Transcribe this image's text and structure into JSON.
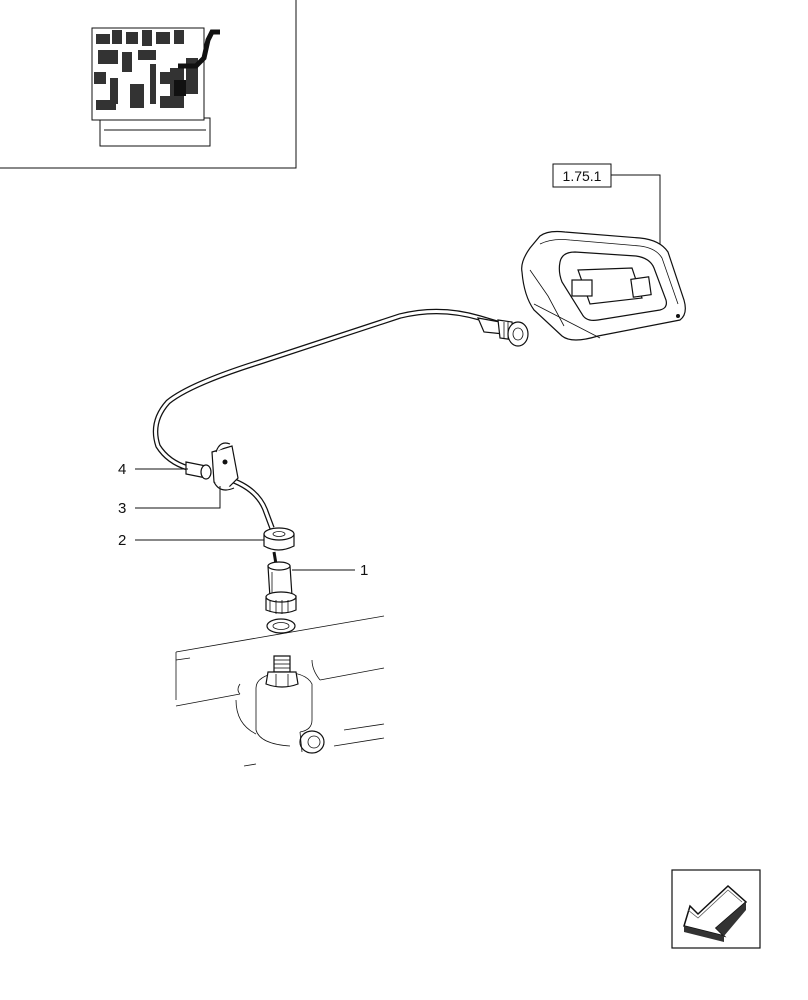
{
  "reference_label": "1.75.1",
  "callouts": [
    {
      "id": "1",
      "label": "1"
    },
    {
      "id": "2",
      "label": "2"
    },
    {
      "id": "3",
      "label": "3"
    },
    {
      "id": "4",
      "label": "4"
    }
  ],
  "icons": {
    "thumbnail": "engine-thumbnail-icon",
    "nav": "back-arrow-icon"
  }
}
